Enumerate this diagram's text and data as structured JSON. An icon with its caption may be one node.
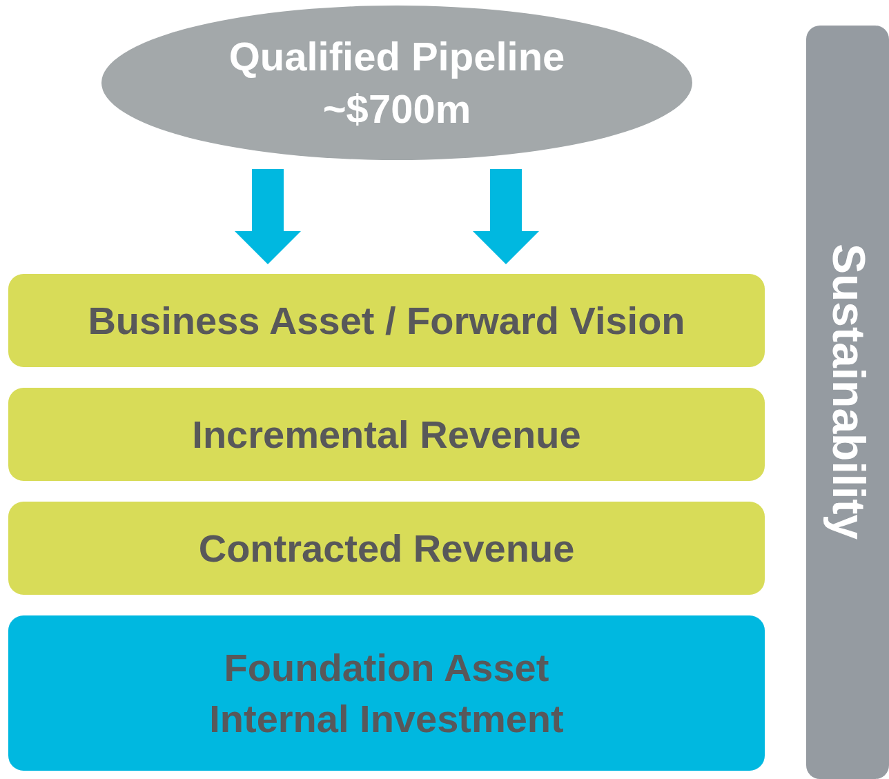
{
  "diagram": {
    "nodes": [
      {
        "text": [
          "Qualified Pipeline",
          "~$700m"
        ]
      },
      {
        "text": [
          "Business Asset / Forward Vision"
        ]
      },
      {
        "text": [
          "Incremental Revenue"
        ]
      },
      {
        "text": [
          "Contracted Revenue"
        ]
      },
      {
        "text": [
          "Foundation Asset",
          "Internal Investment"
        ]
      },
      {
        "text": [
          "Sustainability"
        ]
      }
    ],
    "edges": [
      {
        "from": 0,
        "to": 1,
        "arrow": "to"
      },
      {
        "from": 0,
        "to": 1,
        "arrow": "to"
      }
    ]
  }
}
